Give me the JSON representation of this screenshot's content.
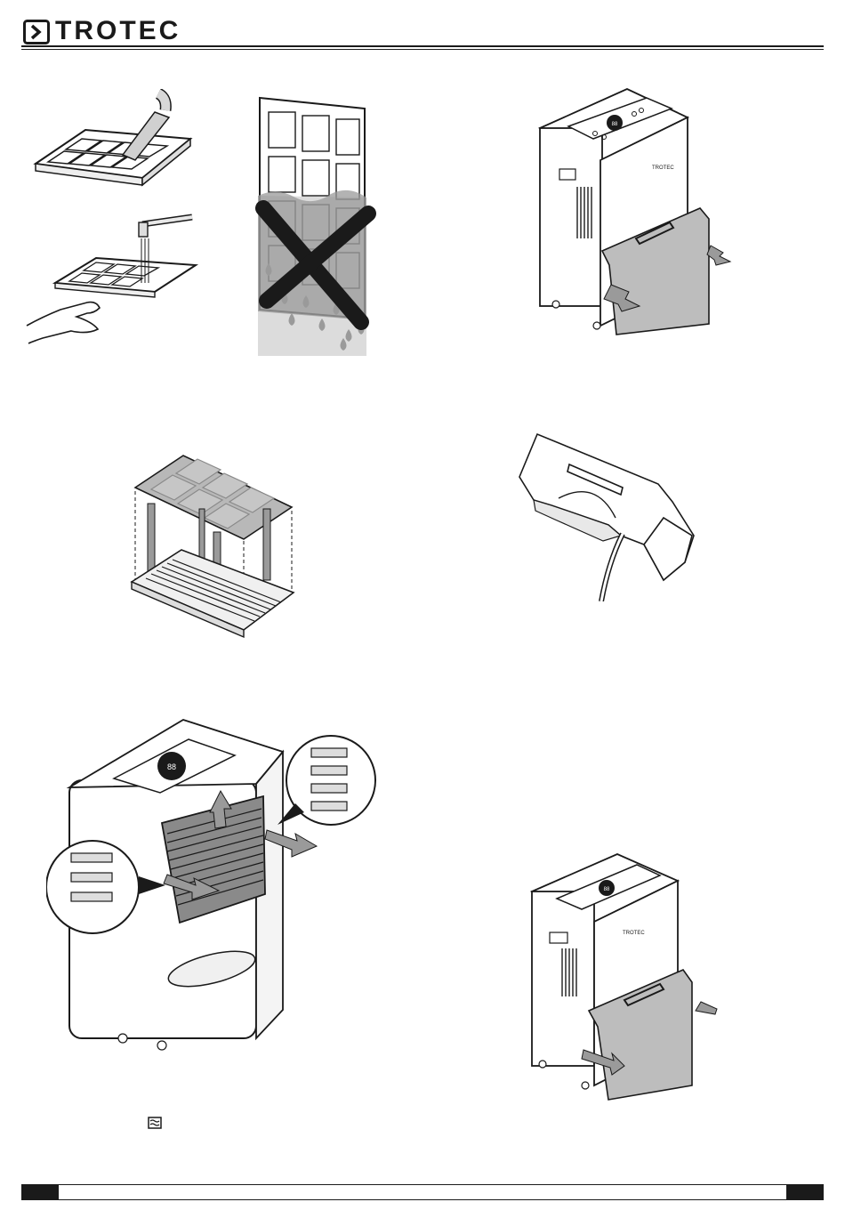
{
  "header": {
    "brand": "TROTEC"
  },
  "icons": {
    "logo": "trotec-logo-chevron-icon",
    "inline_symbol": "filter-clean-icon"
  },
  "colors": {
    "ink": "#1a1a1a",
    "filter_gray": "#b8b8b8",
    "tank_gray": "#bdbdbd"
  },
  "product": {
    "panel_display": "88",
    "body_label": "TROTEC"
  }
}
